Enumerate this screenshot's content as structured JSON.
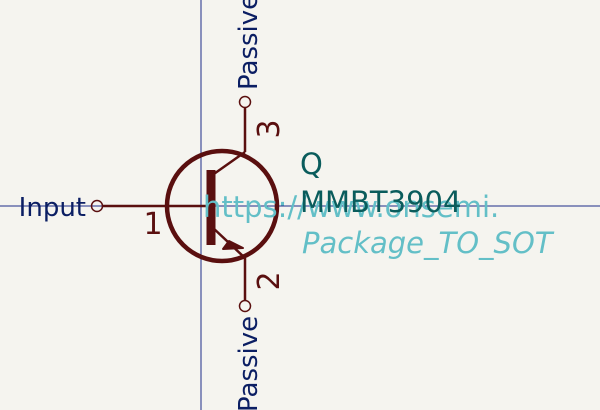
{
  "symbol": {
    "reference": "Q",
    "value": "MMBT3904",
    "datasheet": "https://www.onsemi.",
    "footprint": "Package_TO_SOT"
  },
  "pins": [
    {
      "number": "1",
      "name": "Input"
    },
    {
      "number": "2",
      "name": "Passive"
    },
    {
      "number": "3",
      "name": "Passive"
    }
  ],
  "colors": {
    "background": "#f5f4ef",
    "crosshair": "#1d2c8a",
    "body": "#5a0f0f",
    "pin_text": "#0b1e63",
    "reference_text": "#0a5c5c",
    "field_text": "#63bfc7"
  }
}
